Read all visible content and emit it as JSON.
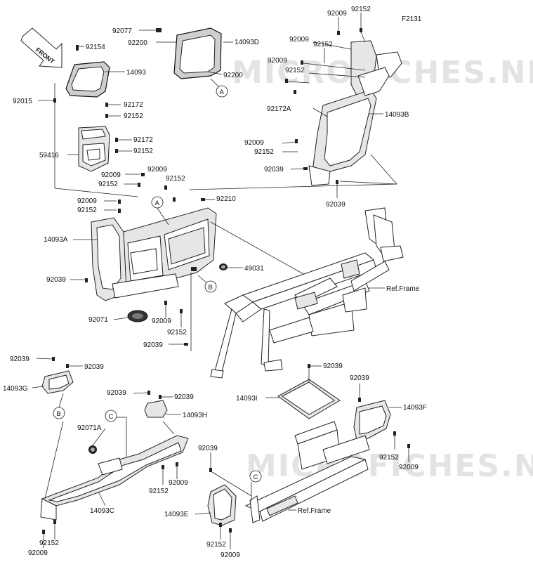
{
  "figure_code": "F2131",
  "front_arrow_label": "FRONT",
  "watermarks": [
    "MICROFICHES.NET",
    "MICROFICHES.NET"
  ],
  "ref_circles": [
    "A",
    "A",
    "B",
    "B",
    "C",
    "C"
  ],
  "labels": [
    "92077",
    "92200",
    "14093D",
    "92154",
    "14093",
    "92200",
    "92015",
    "92172",
    "92152",
    "92172",
    "92152",
    "59416",
    "92009",
    "92152",
    "92009",
    "92152",
    "92210",
    "92009",
    "92152",
    "14093A",
    "49031",
    "92039",
    "92071",
    "92009",
    "92152",
    "92039",
    "92009",
    "92152",
    "92009",
    "92152",
    "92009",
    "92152",
    "92172A",
    "14093B",
    "92009",
    "92152",
    "92039",
    "92039",
    "Ref.Frame",
    "92039",
    "92039",
    "14093G",
    "92039",
    "92039",
    "14093H",
    "92071A",
    "14093C",
    "92152",
    "92009",
    "92152",
    "92009",
    "92039",
    "14093I",
    "92039",
    "14093F",
    "92152",
    "92009",
    "92039",
    "14093E",
    "92152",
    "92009",
    "Ref.Frame"
  ]
}
